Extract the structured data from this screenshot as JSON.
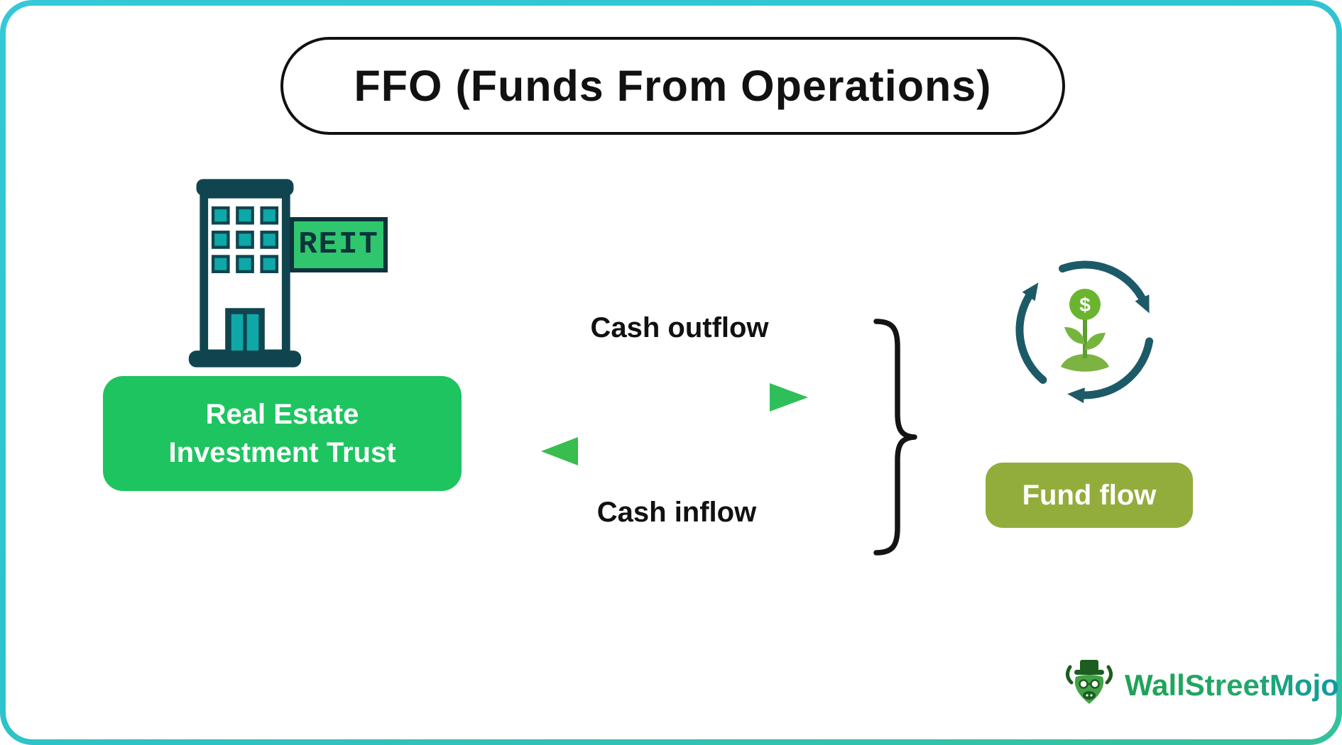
{
  "title": "FFO (Funds From Operations)",
  "reit": {
    "sign": "REIT",
    "label": "Real Estate Investment Trust"
  },
  "flows": {
    "outflow": "Cash outflow",
    "inflow": "Cash inflow"
  },
  "fund": {
    "label": "Fund flow"
  },
  "brand": {
    "name": "WallStreetMojo"
  },
  "icons": {
    "dollar_glyph": "$",
    "building": "reit-building-icon",
    "cycle": "fund-cycle-icon",
    "brace": "curly-brace-icon",
    "bull": "wallstreetmojo-bull-icon"
  },
  "colors": {
    "frame_teal": "#2cc3d2",
    "reit_green": "#1ec45f",
    "fund_olive": "#93ad3c",
    "dark_teal": "#124b57",
    "arrow_green": "#37c25e",
    "arrow_blue": "#1d8fc0",
    "text_black": "#111111"
  }
}
